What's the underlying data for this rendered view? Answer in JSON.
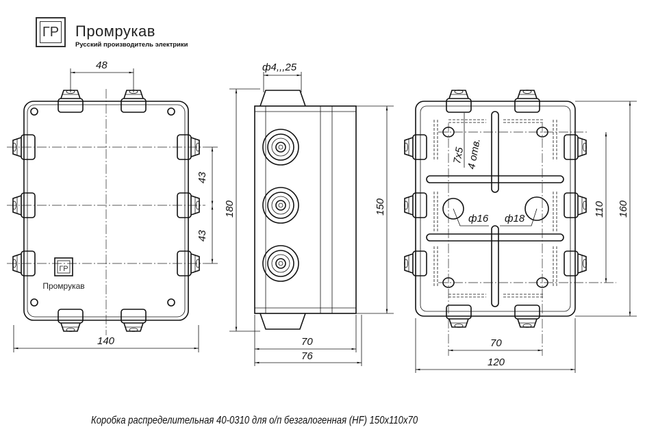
{
  "header": {
    "logo_mark": "ГР",
    "brand_name": "Промрукав",
    "tagline": "Русский производитель электрики"
  },
  "front_view": {
    "logo_mark": "ГР",
    "brand_name": "Промрукав",
    "dims": {
      "gland_spacing": "48",
      "width": "140",
      "pitch_upper": "43",
      "pitch_lower": "43"
    }
  },
  "side_view": {
    "dims": {
      "gland_range": "ф4,,,25",
      "total_height": "180",
      "body_height": "150",
      "depth_inner": "70",
      "depth_total": "76"
    }
  },
  "back_view": {
    "dims": {
      "slot": "7x5",
      "holes": "4 отв.",
      "hole_small": "ф16",
      "hole_large": "ф18",
      "mount_height": "110",
      "height": "160",
      "mount_width": "70",
      "width": "120"
    }
  },
  "caption": "Коробка распределительная 40-0310 для о/п безгалогенная (HF) 150x110x70"
}
